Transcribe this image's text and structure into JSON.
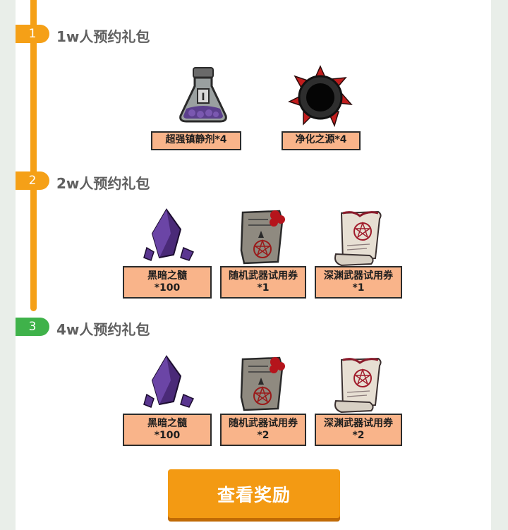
{
  "tiers": [
    {
      "number": "1",
      "title": "1w人预约礼包",
      "badge_color": "#f5a017",
      "rewards": [
        {
          "icon": "flask-sedative-icon",
          "name": "超强镇静剂*4",
          "qty": ""
        },
        {
          "icon": "purification-source-icon",
          "name": "净化之源*4",
          "qty": ""
        }
      ]
    },
    {
      "number": "2",
      "title": "2w人预约礼包",
      "badge_color": "#f5a017",
      "rewards": [
        {
          "icon": "dark-crystal-icon",
          "name": "黑暗之髓",
          "qty": "*100"
        },
        {
          "icon": "weapon-scroll-icon",
          "name": "随机武器试用券",
          "qty": "*1"
        },
        {
          "icon": "abyss-scroll-icon",
          "name": "深渊武器试用券",
          "qty": "*1"
        }
      ]
    },
    {
      "number": "3",
      "title": "4w人预约礼包",
      "badge_color": "#3fb24a",
      "rewards": [
        {
          "icon": "dark-crystal-icon",
          "name": "黑暗之髓",
          "qty": "*100"
        },
        {
          "icon": "weapon-scroll-icon",
          "name": "随机武器试用券",
          "qty": "*2"
        },
        {
          "icon": "abyss-scroll-icon",
          "name": "深渊武器试用券",
          "qty": "*2"
        }
      ]
    }
  ],
  "button": {
    "label": "查看奖励",
    "color": "#f39a13"
  }
}
